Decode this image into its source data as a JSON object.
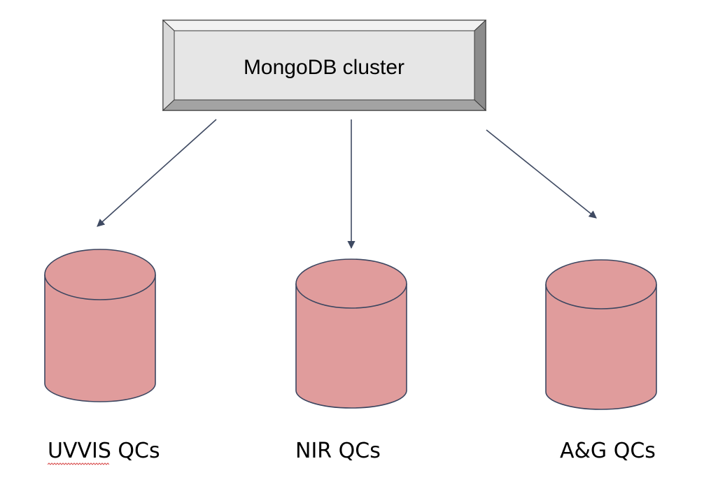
{
  "cluster": {
    "label": "MongoDB cluster"
  },
  "databases": [
    {
      "label": "UVVIS QCs",
      "spellcheck_underline": true
    },
    {
      "label": "NIR QCs",
      "spellcheck_underline": false
    },
    {
      "label": "A&G QCs",
      "spellcheck_underline": false
    }
  ],
  "colors": {
    "box_face": "#e6e6e6",
    "box_border": "#3a3a3a",
    "cylinder_fill": "#e09c9c",
    "cylinder_stroke": "#3c4660",
    "arrow": "#3f4a62",
    "spellcheck": "#d84a4a"
  }
}
